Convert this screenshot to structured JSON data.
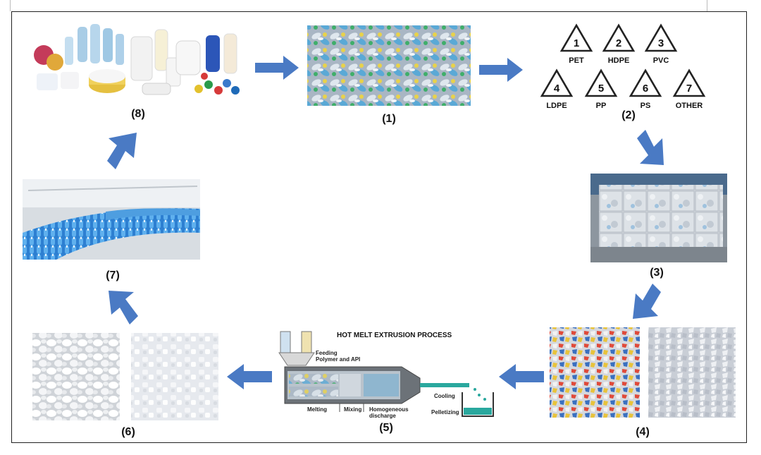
{
  "steps": {
    "s1": "(1)",
    "s2": "(2)",
    "s3": "(3)",
    "s4": "(4)",
    "s5": "(5)",
    "s6": "(6)",
    "s7": "(7)",
    "s8": "(8)"
  },
  "resin_codes": [
    {
      "num": "1",
      "code": "PET"
    },
    {
      "num": "2",
      "code": "HDPE"
    },
    {
      "num": "3",
      "code": "PVC"
    },
    {
      "num": "4",
      "code": "LDPE"
    },
    {
      "num": "5",
      "code": "PP"
    },
    {
      "num": "6",
      "code": "PS"
    },
    {
      "num": "7",
      "code": "OTHER"
    }
  ],
  "extrusion": {
    "title": "HOT MELT EXTRUSION PROCESS",
    "feeding": "Feeding",
    "feeding_sub": "Polymer and API",
    "melting": "Melting",
    "mixing": "Mixing",
    "homogeneous": "Homogeneous",
    "discharge": "discharge",
    "cooling": "Cooling",
    "pelletizing": "Pelletizing"
  },
  "colors": {
    "arrow": "#4a7ac4",
    "recycle_symbol": "#222222"
  }
}
